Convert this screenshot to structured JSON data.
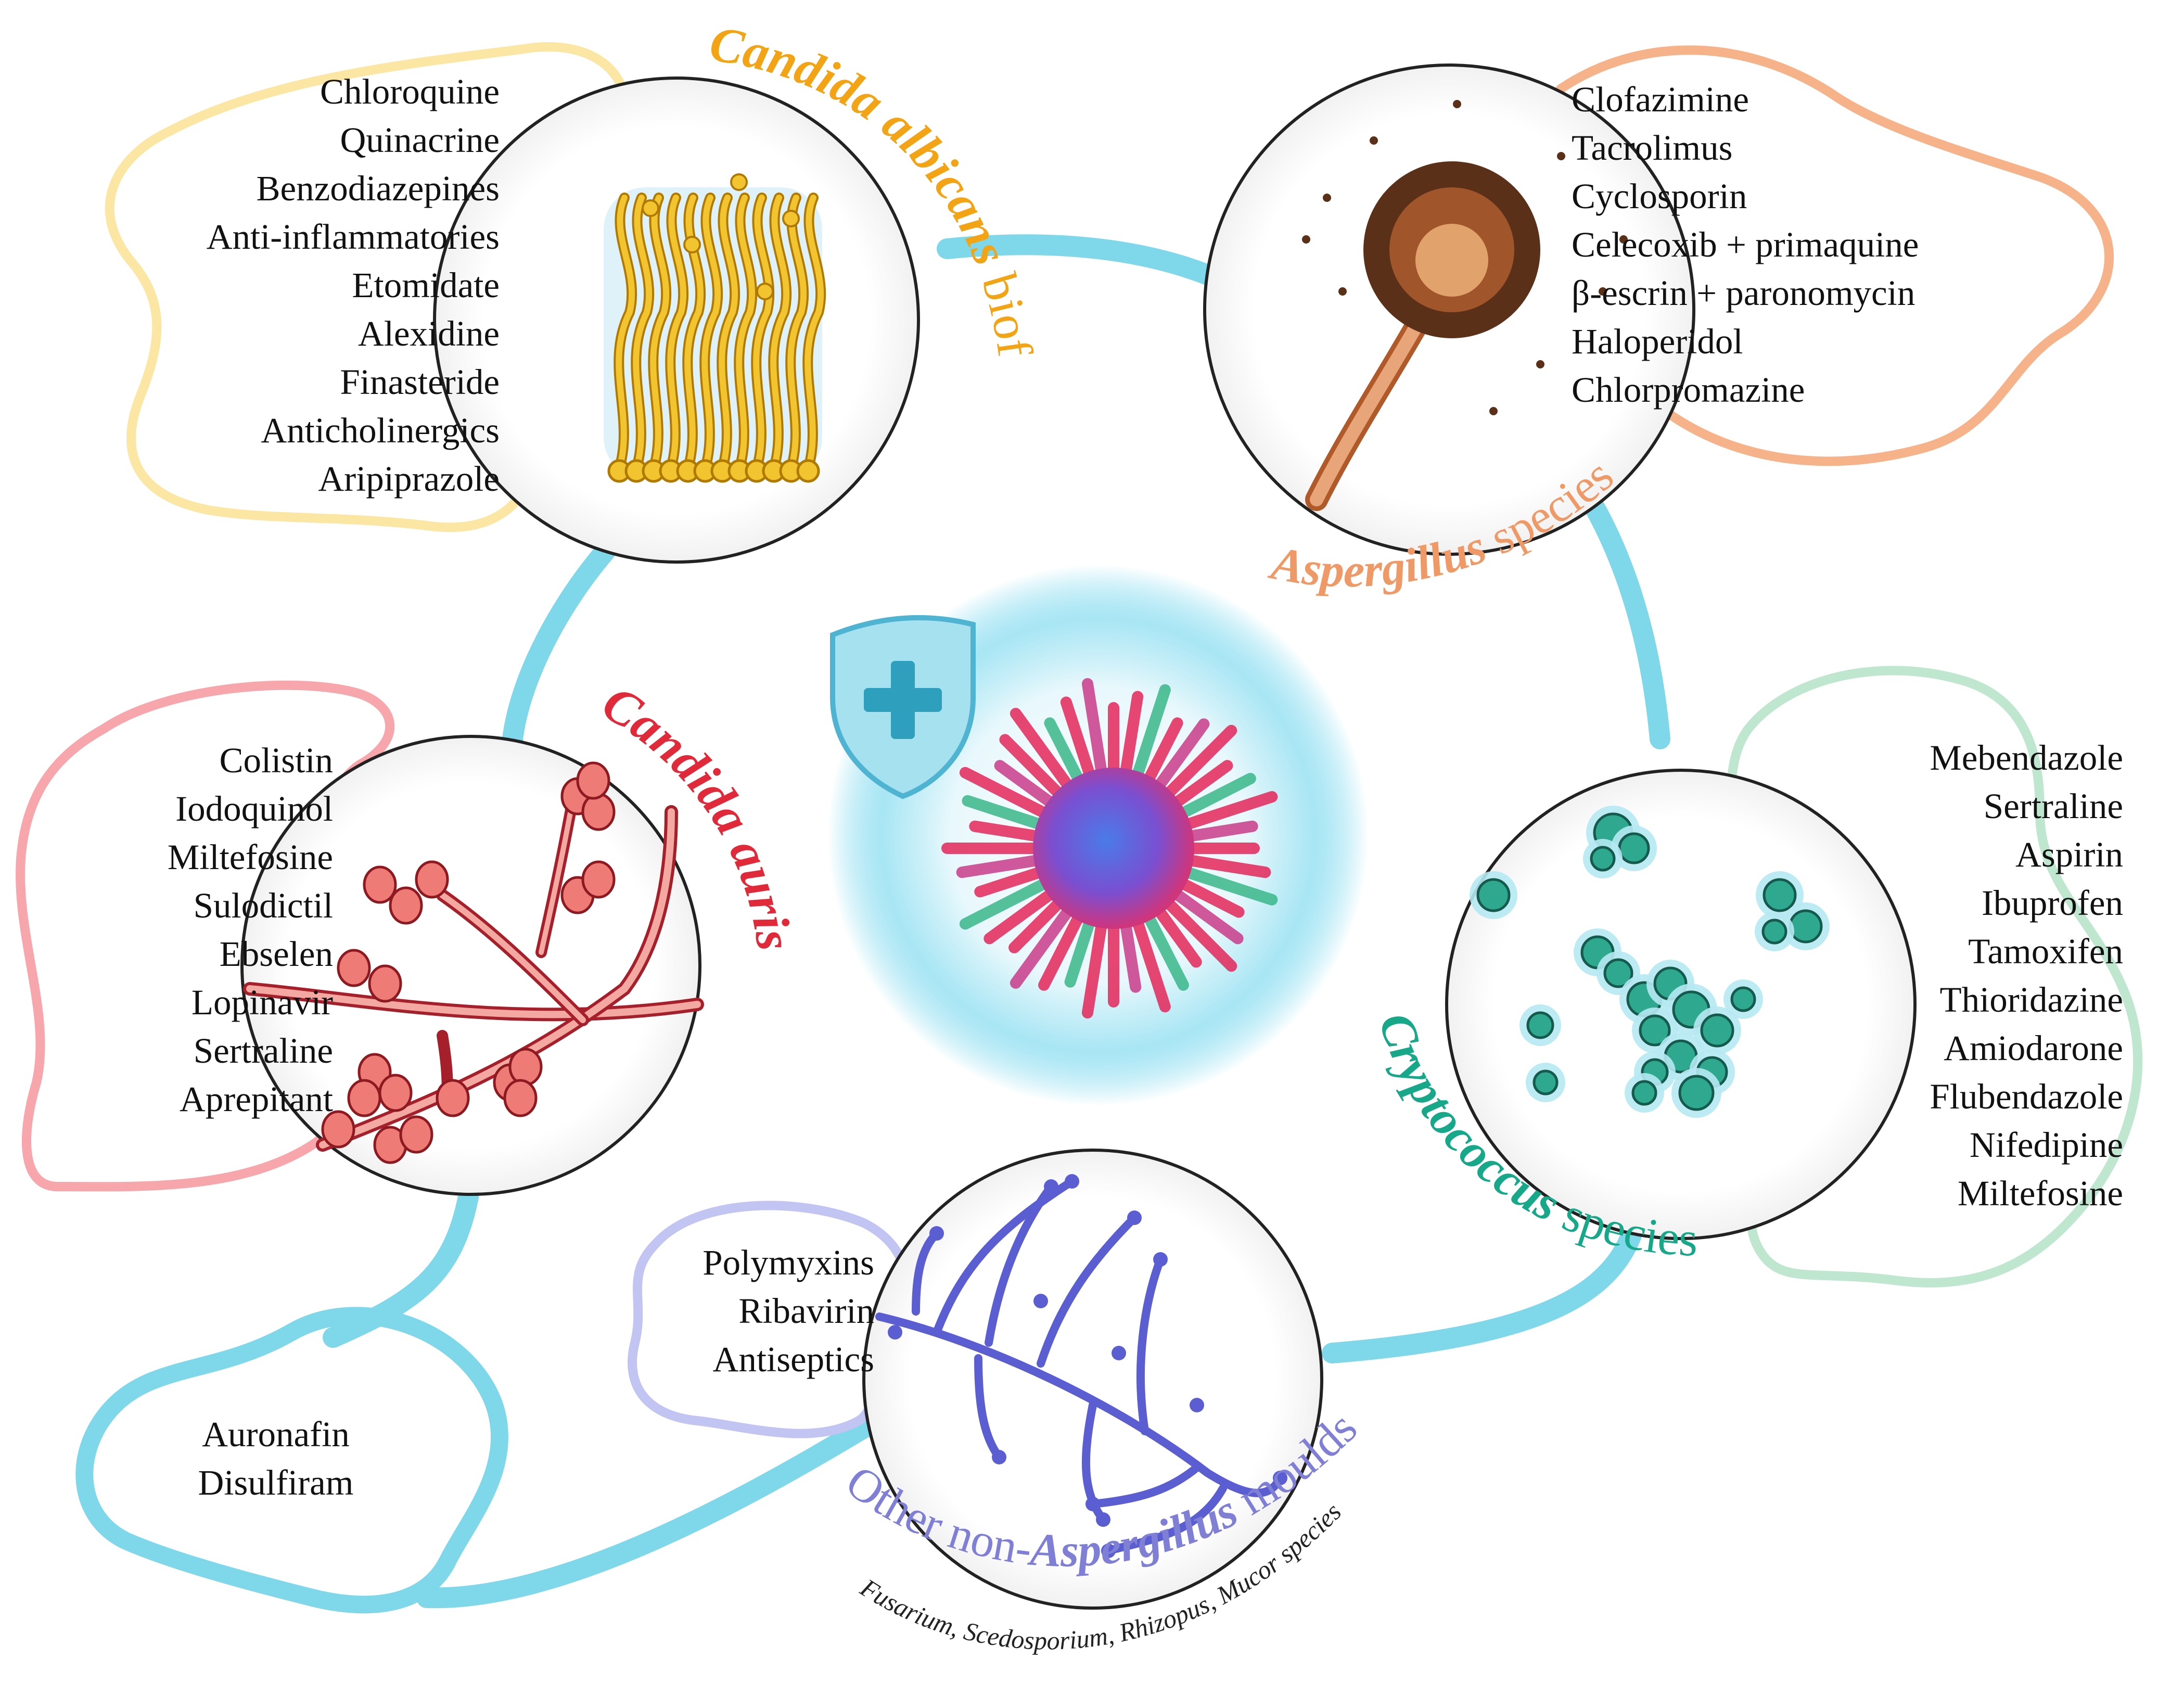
{
  "colors": {
    "connector": "#7fd8ea",
    "candida_albicans": "#f2a414",
    "aspergillus": "#ef9a66",
    "candida_auris": "#e02a3a",
    "cryptococcus": "#17a88a",
    "non_aspergillus": "#7f7fd6",
    "shared": "#7fd8ea",
    "shield": "#7fd3e6",
    "virus_core": "#6b55d8",
    "virus_spike": "#e4275a"
  },
  "icons": {
    "center": "shield-plus-virus-icon",
    "candida_albicans": "yeast-biofilm-icon",
    "aspergillus": "conidiophore-icon",
    "candida_auris": "pseudohyphae-icon",
    "cryptococcus": "encapsulated-yeast-icon",
    "non_aspergillus": "branching-hyphae-icon"
  },
  "groups": {
    "candida_albicans": {
      "label_italic": "Candida albicans",
      "label_plain": " biofilm",
      "drugs": [
        "Chloroquine",
        "Quinacrine",
        "Benzodiazepines",
        "Anti-inflammatories",
        "Etomidate",
        "Alexidine",
        "Finasteride",
        "Anticholinergics",
        "Aripiprazole"
      ]
    },
    "aspergillus": {
      "label_italic": "Aspergillus",
      "label_plain": " species",
      "drugs": [
        "Clofazimine",
        "Tacrolimus",
        "Cyclosporin",
        "Celecoxib + primaquine",
        "β-escrin + paronomycin",
        "Haloperidol",
        "Chlorpromazine"
      ]
    },
    "candida_auris": {
      "label_italic": "Candida auris",
      "drugs": [
        "Colistin",
        "Iodoquinol",
        "Miltefosine",
        "Sulodictil",
        "Ebselen",
        "Lopinavir",
        "Sertraline",
        "Aprepitant"
      ]
    },
    "cryptococcus": {
      "label_italic": "Cryptococcus",
      "label_plain": " species",
      "drugs": [
        "Mebendazole",
        "Sertraline",
        "Aspirin",
        "Ibuprofen",
        "Tamoxifen",
        "Thioridazine",
        "Amiodarone",
        "Flubendazole",
        "Nifedipine",
        "Miltefosine"
      ]
    },
    "non_aspergillus": {
      "label_plain_prefix": "Other non-",
      "label_italic": "Aspergillus",
      "label_plain_suffix": " moulds",
      "sublabel": "Fusarium, Scedosporium, Rhizopus, Mucor species",
      "drugs": [
        "Polymyxins",
        "Ribavirin",
        "Antiseptics"
      ]
    },
    "shared": {
      "drugs": [
        "Auronafin",
        "Disulfiram"
      ]
    }
  }
}
